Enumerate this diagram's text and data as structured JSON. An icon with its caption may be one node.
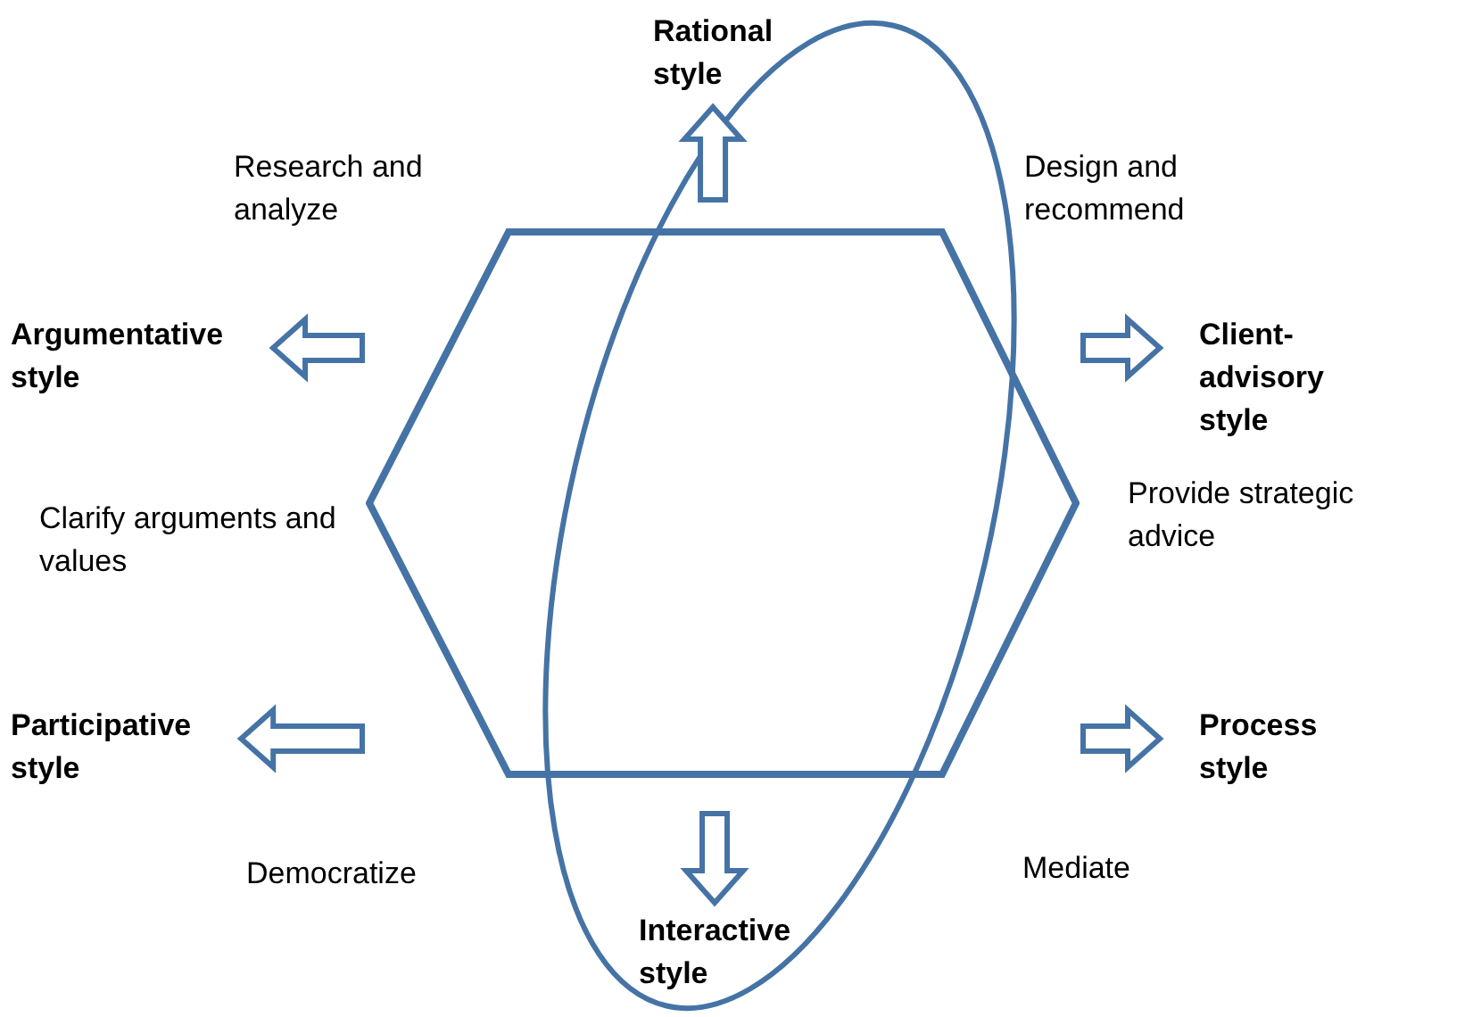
{
  "diagram": {
    "nodes": [
      {
        "text": [],
        "shape": "hexagon"
      },
      {
        "text": [
          "Rational style"
        ]
      },
      {
        "text": [
          "Argumentative style"
        ]
      },
      {
        "text": [
          "Client-advisory style"
        ]
      },
      {
        "text": [
          "Participative style"
        ]
      },
      {
        "text": [
          "Process style"
        ]
      },
      {
        "text": [
          "Interactive style"
        ]
      }
    ],
    "edges": [
      {
        "from": 0,
        "to": 1,
        "arrow": "to"
      },
      {
        "from": 0,
        "to": 2,
        "arrow": "to"
      },
      {
        "from": 0,
        "to": 3,
        "arrow": "to"
      },
      {
        "from": 0,
        "to": 4,
        "arrow": "to"
      },
      {
        "from": 0,
        "to": 5,
        "arrow": "to"
      },
      {
        "from": 0,
        "to": 6,
        "arrow": "to"
      }
    ],
    "labels": [
      "Research and analyze",
      "Design and recommend",
      "Clarify arguments and values",
      "Provide strategic advice",
      "Democratize",
      "Mediate"
    ]
  }
}
